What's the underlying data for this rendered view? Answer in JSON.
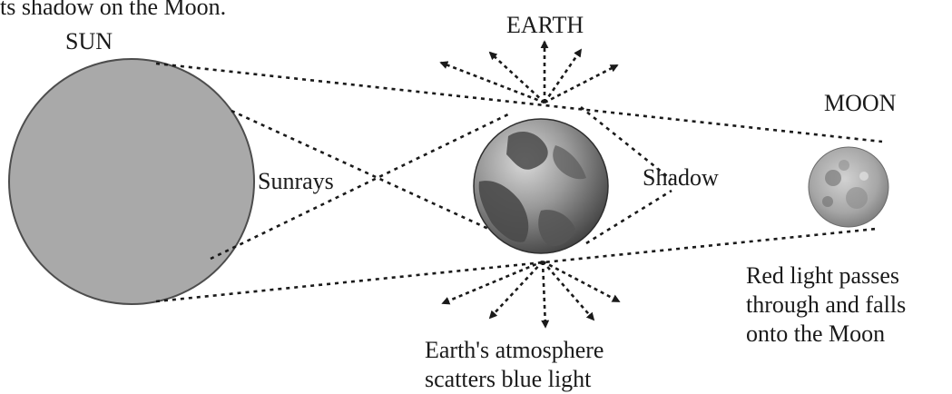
{
  "caption_top": "ts shadow on the Moon.",
  "labels": {
    "sun": "SUN",
    "earth": "EARTH",
    "moon": "MOON",
    "sunrays": "Sunrays",
    "shadow": "Shadow",
    "atmosphere_note": "Earth's atmosphere\nscatters blue light",
    "red_light_note": "Red light passes\nthrough and falls\nonto the Moon"
  },
  "colors": {
    "sun_fill": "#a9a9a9",
    "sun_stroke": "#4d4d4d",
    "line": "#1a1a1a"
  },
  "icons": {
    "sun": "sun-disc",
    "earth": "earth-globe",
    "moon": "moon-disc"
  }
}
